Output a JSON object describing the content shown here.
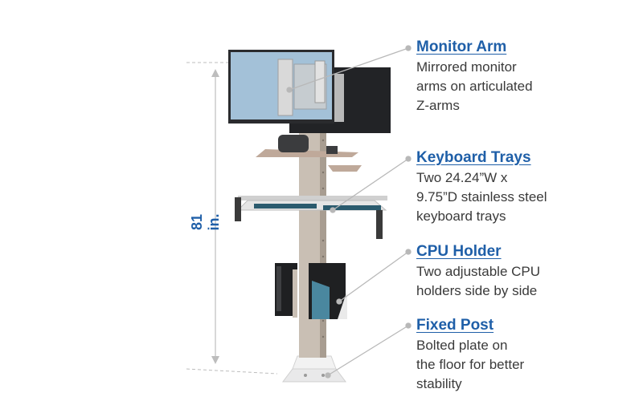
{
  "height_label": "81 in.",
  "callouts": [
    {
      "title": "Monitor Arm",
      "description": "Mirrored monitor\narms on articulated\nZ-arms"
    },
    {
      "title": "Keyboard Trays",
      "description": "Two 24.24”W x\n9.75”D stainless steel\nkeyboard trays"
    },
    {
      "title": "CPU Holder",
      "description": "Two adjustable CPU\nholders side by side"
    },
    {
      "title": "Fixed Post",
      "description": "Bolted plate on\nthe floor for better\nstability"
    }
  ],
  "colors": {
    "accent": "#1f5fa8",
    "body_text": "#3a3a3a",
    "leader": "#b8b8b8",
    "post": "#c9bfb4"
  }
}
